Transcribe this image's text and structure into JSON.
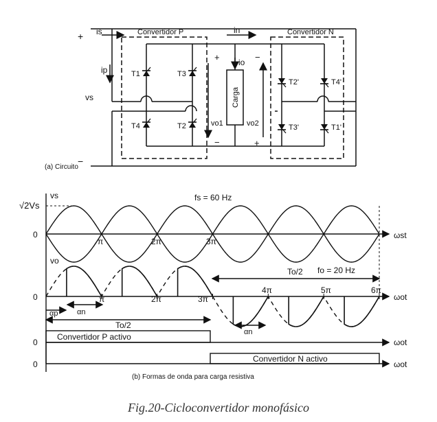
{
  "circuit": {
    "conv_p_label": "Convertidor P",
    "conv_n_label": "Convertidor N",
    "is_label": "is",
    "in_label": "in",
    "ip_label": "ip",
    "io_label": "io",
    "vs_label": "vs",
    "load_label": "Carga",
    "vo1_label": "vo1",
    "vo2_label": "vo2",
    "thyristors_p": [
      "T1",
      "T3",
      "T4",
      "T2"
    ],
    "thyristors_n": [
      "T2'",
      "T4'",
      "T3'",
      "T1'"
    ],
    "plus": "+",
    "minus": "−",
    "circuit_caption": "(a) Circuito"
  },
  "waveforms": {
    "vs_axis_label": "vs",
    "vs_peak_label": "√2Vs",
    "zero": "0",
    "fs_label": "fs = 60 Hz",
    "ws_label": "ωst",
    "wo_label": "ωot",
    "vo_axis_label": "vo",
    "top_ticks": [
      "π",
      "2π",
      "3π"
    ],
    "vo_ticks": [
      "π",
      "2π",
      "3π",
      "4π",
      "5π",
      "6π"
    ],
    "half_period_label": "To/2",
    "fo_label": "fo = 20 Hz",
    "alpha_p": "αp",
    "alpha_n": "αn",
    "conv_p_active": "Convertidor P activo",
    "conv_n_active": "Convertidor N activo",
    "waveform_caption": "(b) Formas de onda para carga resistiva"
  },
  "figure_caption": "Fig.20-Cicloconvertidor monofásico"
}
